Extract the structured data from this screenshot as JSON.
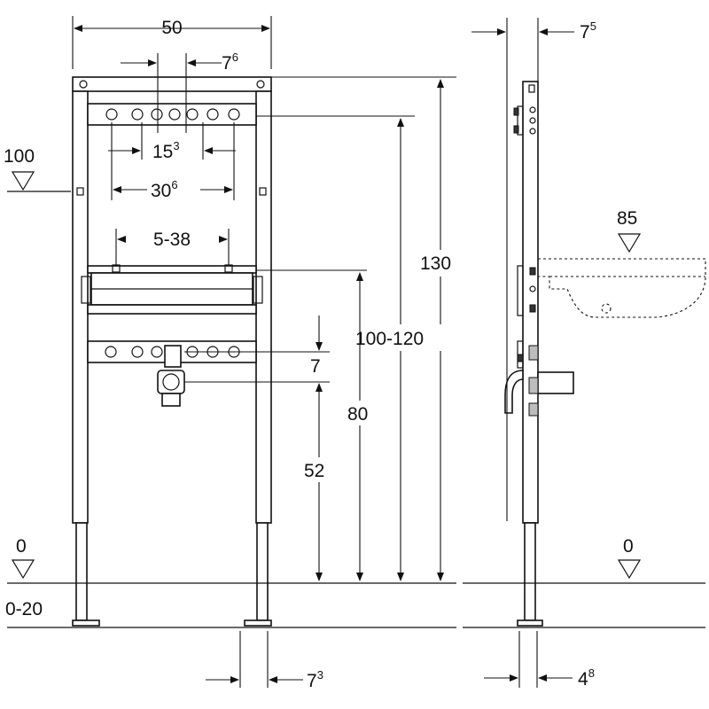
{
  "labels": {
    "width_50": "50",
    "d76_main": "7",
    "d76_sup": "6",
    "d153_main": "15",
    "d153_sup": "3",
    "d306_main": "30",
    "d306_sup": "6",
    "range_538": "5-38",
    "level_100": "100",
    "height_130": "130",
    "height_100_120": "100-120",
    "height_80": "80",
    "height_7": "7",
    "height_52": "52",
    "level_0_left": "0",
    "range_0_20": "0-20",
    "d73_main": "7",
    "d73_sup": "3",
    "d75_main": "7",
    "d75_sup": "5",
    "level_85": "85",
    "level_0_right": "0",
    "d48_main": "4",
    "d48_sup": "8"
  },
  "colors": {
    "line": "#111111",
    "background": "#ffffff",
    "part_gray": "#bdbdbd"
  }
}
